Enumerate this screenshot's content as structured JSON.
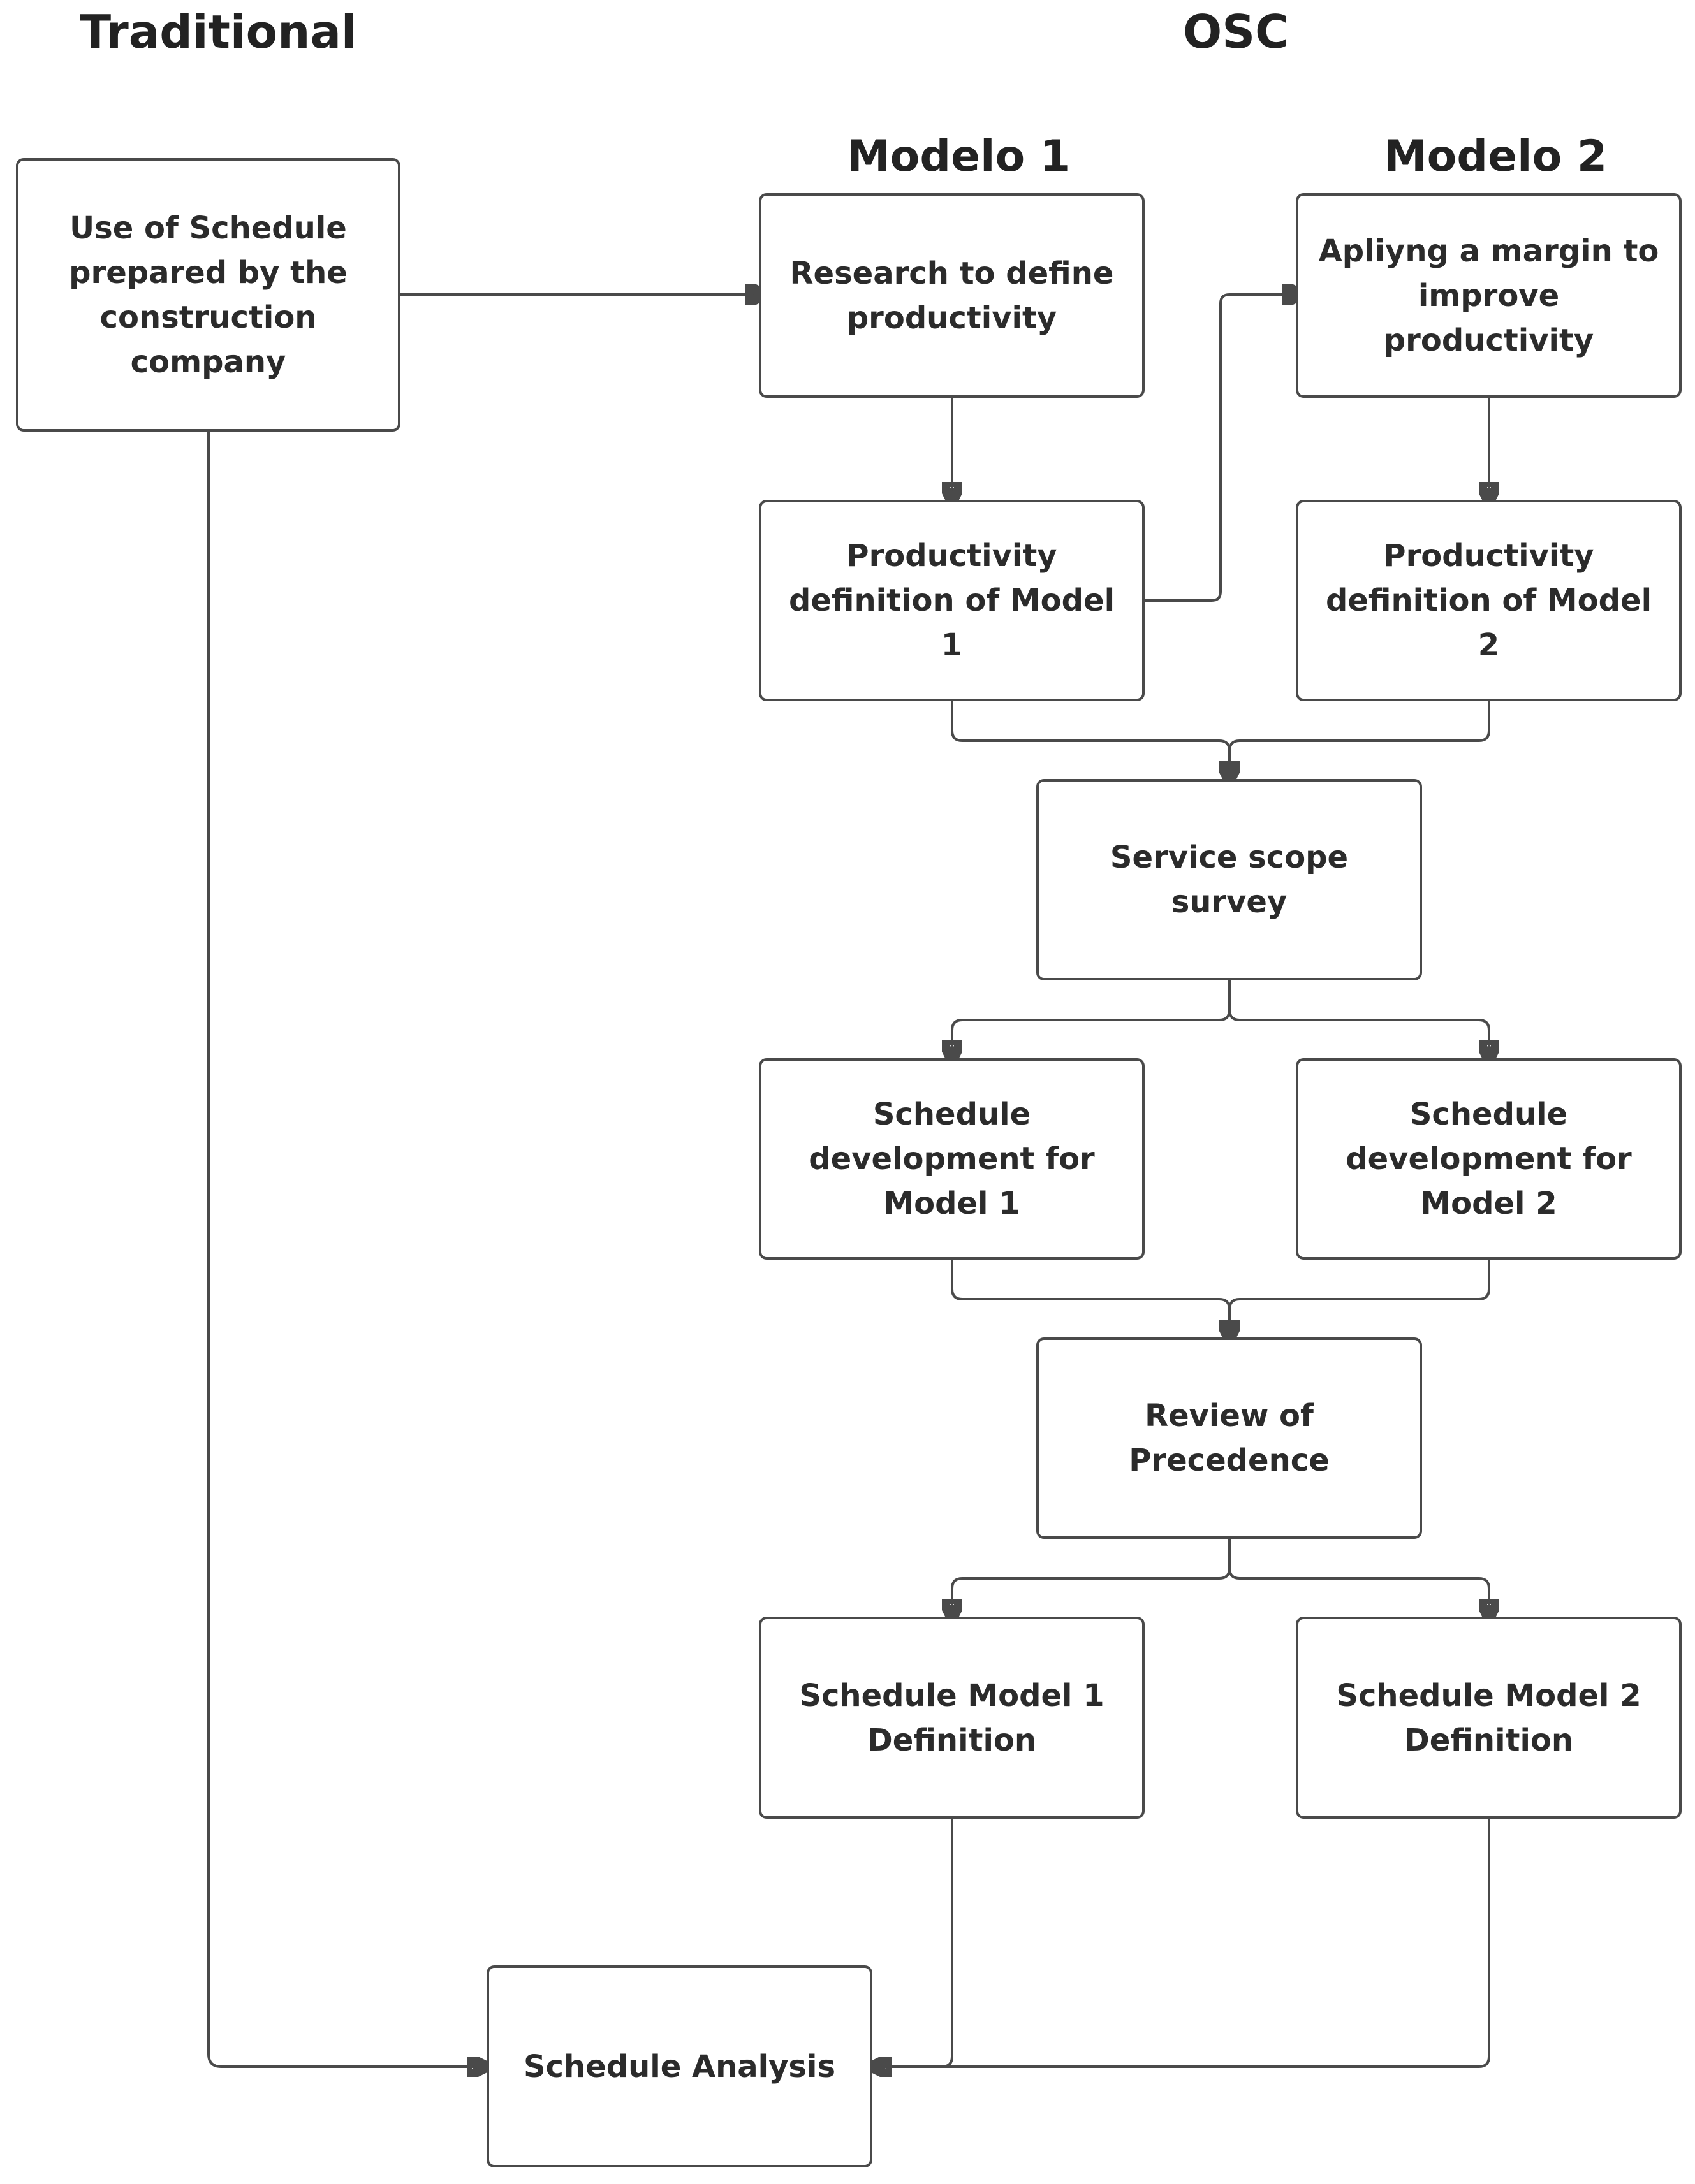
{
  "headings": {
    "traditional": "Traditional",
    "osc": "OSC",
    "model1": "Modelo 1",
    "model2": "Modelo 2"
  },
  "nodes": {
    "use_schedule": "Use of Schedule prepared by the construction company",
    "research": "Research to define productivity",
    "margin": "Apliyng a margin to improve productivity",
    "prod_def_1": "Productivity definition of Model 1",
    "prod_def_2": "Productivity definition of Model 2",
    "scope_survey": "Service scope survey",
    "sched_dev_1": "Schedule development for Model 1",
    "sched_dev_2": "Schedule development for Model 2",
    "review": "Review of Precedence",
    "sched_model_1": "Schedule Model 1 Definition",
    "sched_model_2": "Schedule Model 2 Definition",
    "analysis": "Schedule Analysis"
  },
  "colors": {
    "stroke": "#4a4a4a",
    "text": "#2b2b2b",
    "background": "#ffffff"
  }
}
